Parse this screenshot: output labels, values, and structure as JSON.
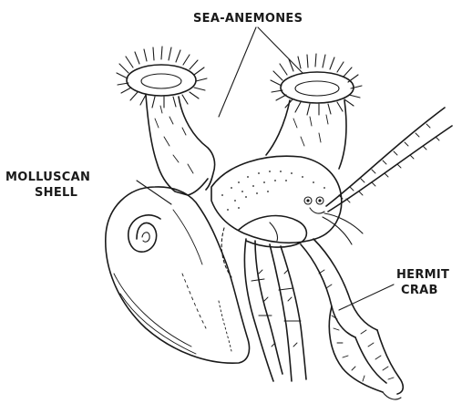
{
  "labels": {
    "sea_anemones": "SEA-ANEMONES",
    "molluscan_line1": "MOLLUSCAN",
    "molluscan_line2": "SHELL",
    "hermit_line1": "HERMIT",
    "hermit_line2": "CRAB"
  },
  "colors": {
    "ink": "#1a1a1a",
    "paper": "#ffffff"
  }
}
